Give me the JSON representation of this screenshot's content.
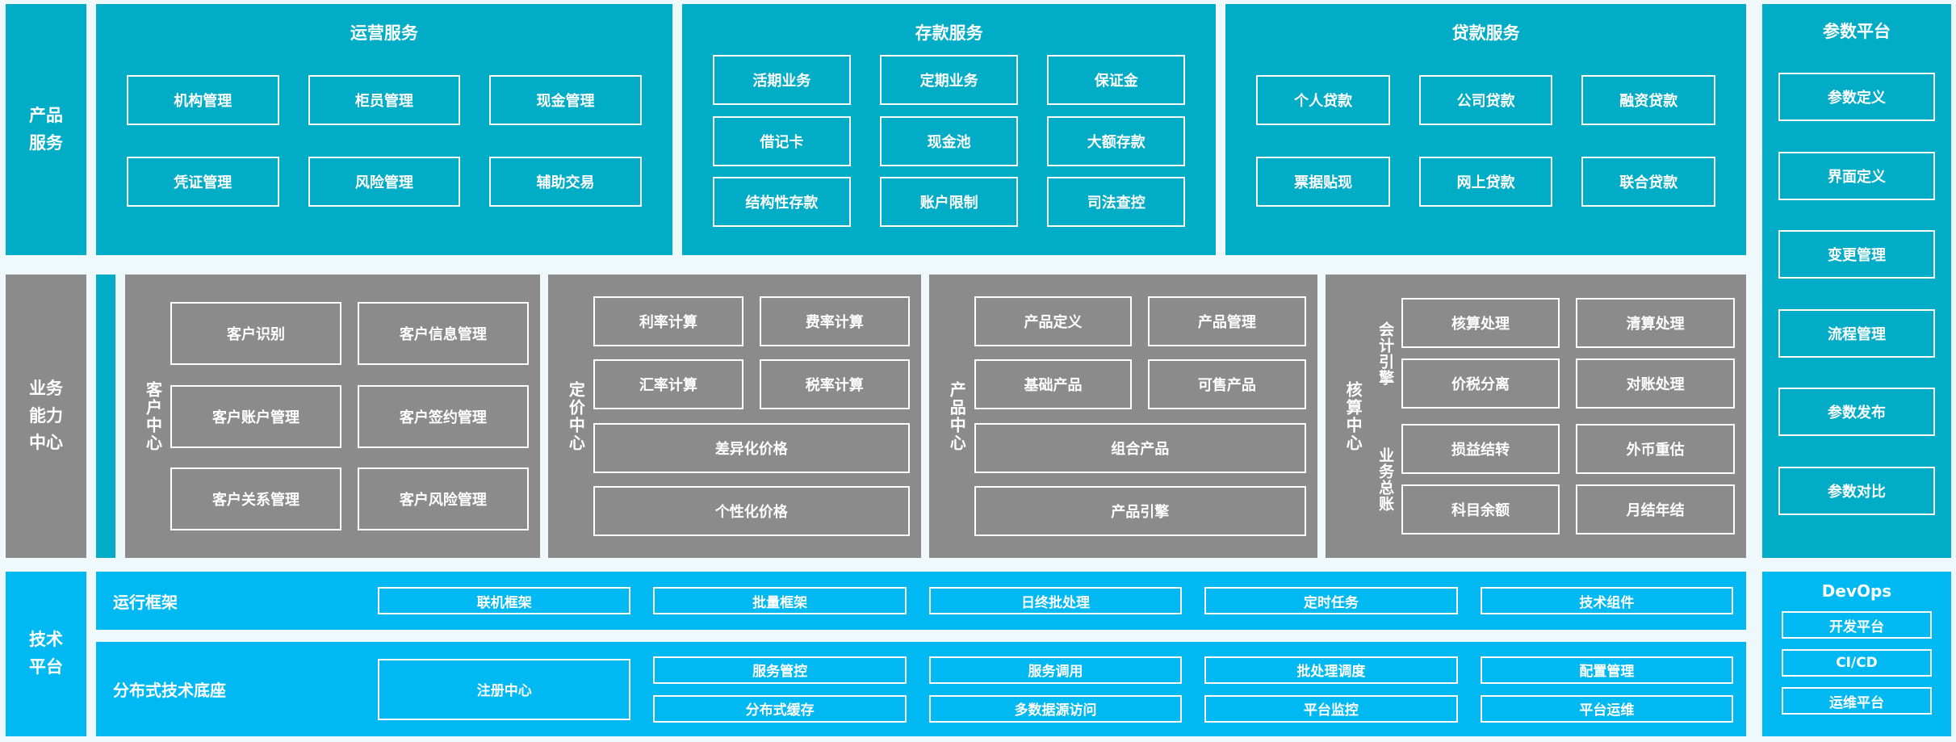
{
  "palette": {
    "teal": "#00ACC6",
    "gray": "#8B8B8B",
    "blue": "#00B9F2",
    "background": "#EFF9FB",
    "text": "#FFFFFF"
  },
  "product_services": {
    "sidebar_label": "产品服务",
    "groups": [
      {
        "title": "运营服务",
        "items": [
          "机构管理",
          "柜员管理",
          "现金管理",
          "凭证管理",
          "风险管理",
          "辅助交易"
        ]
      },
      {
        "title": "存款服务",
        "items": [
          "活期业务",
          "定期业务",
          "保证金",
          "借记卡",
          "现金池",
          "大额存款",
          "结构性存款",
          "账户限制",
          "司法查控"
        ]
      },
      {
        "title": "贷款服务",
        "items": [
          "个人贷款",
          "公司贷款",
          "融资贷款",
          "票据贴现",
          "网上贷款",
          "联合贷款"
        ]
      }
    ]
  },
  "parameter_platform": {
    "title": "参数平台",
    "items": [
      "参数定义",
      "界面定义",
      "变更管理",
      "流程管理",
      "参数发布",
      "参数对比"
    ]
  },
  "business_capability": {
    "sidebar_label": "业务能力中心",
    "customer_center": {
      "label": "客户中心",
      "items": [
        "客户识别",
        "客户信息管理",
        "客户账户管理",
        "客户签约管理",
        "客户关系管理",
        "客户风险管理"
      ]
    },
    "pricing_center": {
      "label": "定价中心",
      "items": [
        "利率计算",
        "费率计算",
        "汇率计算",
        "税率计算"
      ],
      "wide_items": [
        "差异化价格",
        "个性化价格"
      ]
    },
    "product_center": {
      "label": "产品中心",
      "items": [
        "产品定义",
        "产品管理",
        "基础产品",
        "可售产品"
      ],
      "wide_items": [
        "组合产品",
        "产品引擎"
      ]
    },
    "accounting_center": {
      "label": "核算中心",
      "subgroups": [
        {
          "label": "会计引擎",
          "items": [
            "核算处理",
            "清算处理",
            "价税分离",
            "对账处理"
          ]
        },
        {
          "label": "业务总账",
          "items": [
            "损益结转",
            "外币重估",
            "科目余额",
            "月结年结"
          ]
        }
      ]
    }
  },
  "technology_platform": {
    "sidebar_label": "技术平台",
    "runtime_framework": {
      "label": "运行框架",
      "items": [
        "联机框架",
        "批量框架",
        "日终批处理",
        "定时任务",
        "技术组件"
      ]
    },
    "distributed_base": {
      "label": "分布式技术底座",
      "registry": "注册中心",
      "columns": [
        {
          "top": "服务管控",
          "bottom": "分布式缓存"
        },
        {
          "top": "服务调用",
          "bottom": "多数据源访问"
        },
        {
          "top": "批处理调度",
          "bottom": "平台监控"
        },
        {
          "top": "配置管理",
          "bottom": "平台运维"
        }
      ]
    },
    "devops": {
      "title": "DevOps",
      "items": [
        "开发平台",
        "CI/CD",
        "运维平台"
      ]
    }
  }
}
